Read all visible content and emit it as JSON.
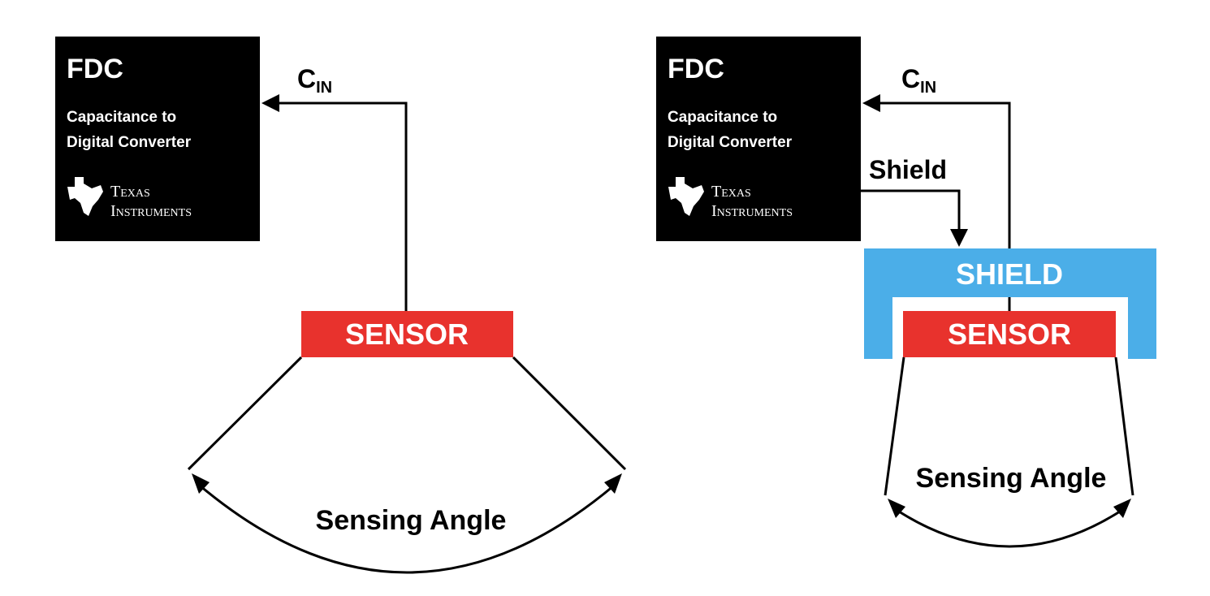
{
  "left_panel": {
    "fdc_block": {
      "title": "FDC",
      "description_line1": "Capacitance to",
      "description_line2": "Digital Converter",
      "logo_line1": "Texas",
      "logo_line2": "Instruments"
    },
    "cin_label": {
      "main": "C",
      "subscript": "IN"
    },
    "sensor_label": "SENSOR",
    "angle_label": "Sensing Angle"
  },
  "right_panel": {
    "fdc_block": {
      "title": "FDC",
      "description_line1": "Capacitance to",
      "description_line2": "Digital Converter",
      "logo_line1": "Texas",
      "logo_line2": "Instruments"
    },
    "cin_label": {
      "main": "C",
      "subscript": "IN"
    },
    "shield_signal_label": "Shield",
    "shield_label": "SHIELD",
    "sensor_label": "SENSOR",
    "angle_label": "Sensing Angle"
  },
  "colors": {
    "fdc_background": "#000000",
    "sensor": "#e8322d",
    "shield": "#4baee8",
    "wire": "#000000",
    "label_text": "#000000",
    "block_text": "#ffffff"
  }
}
